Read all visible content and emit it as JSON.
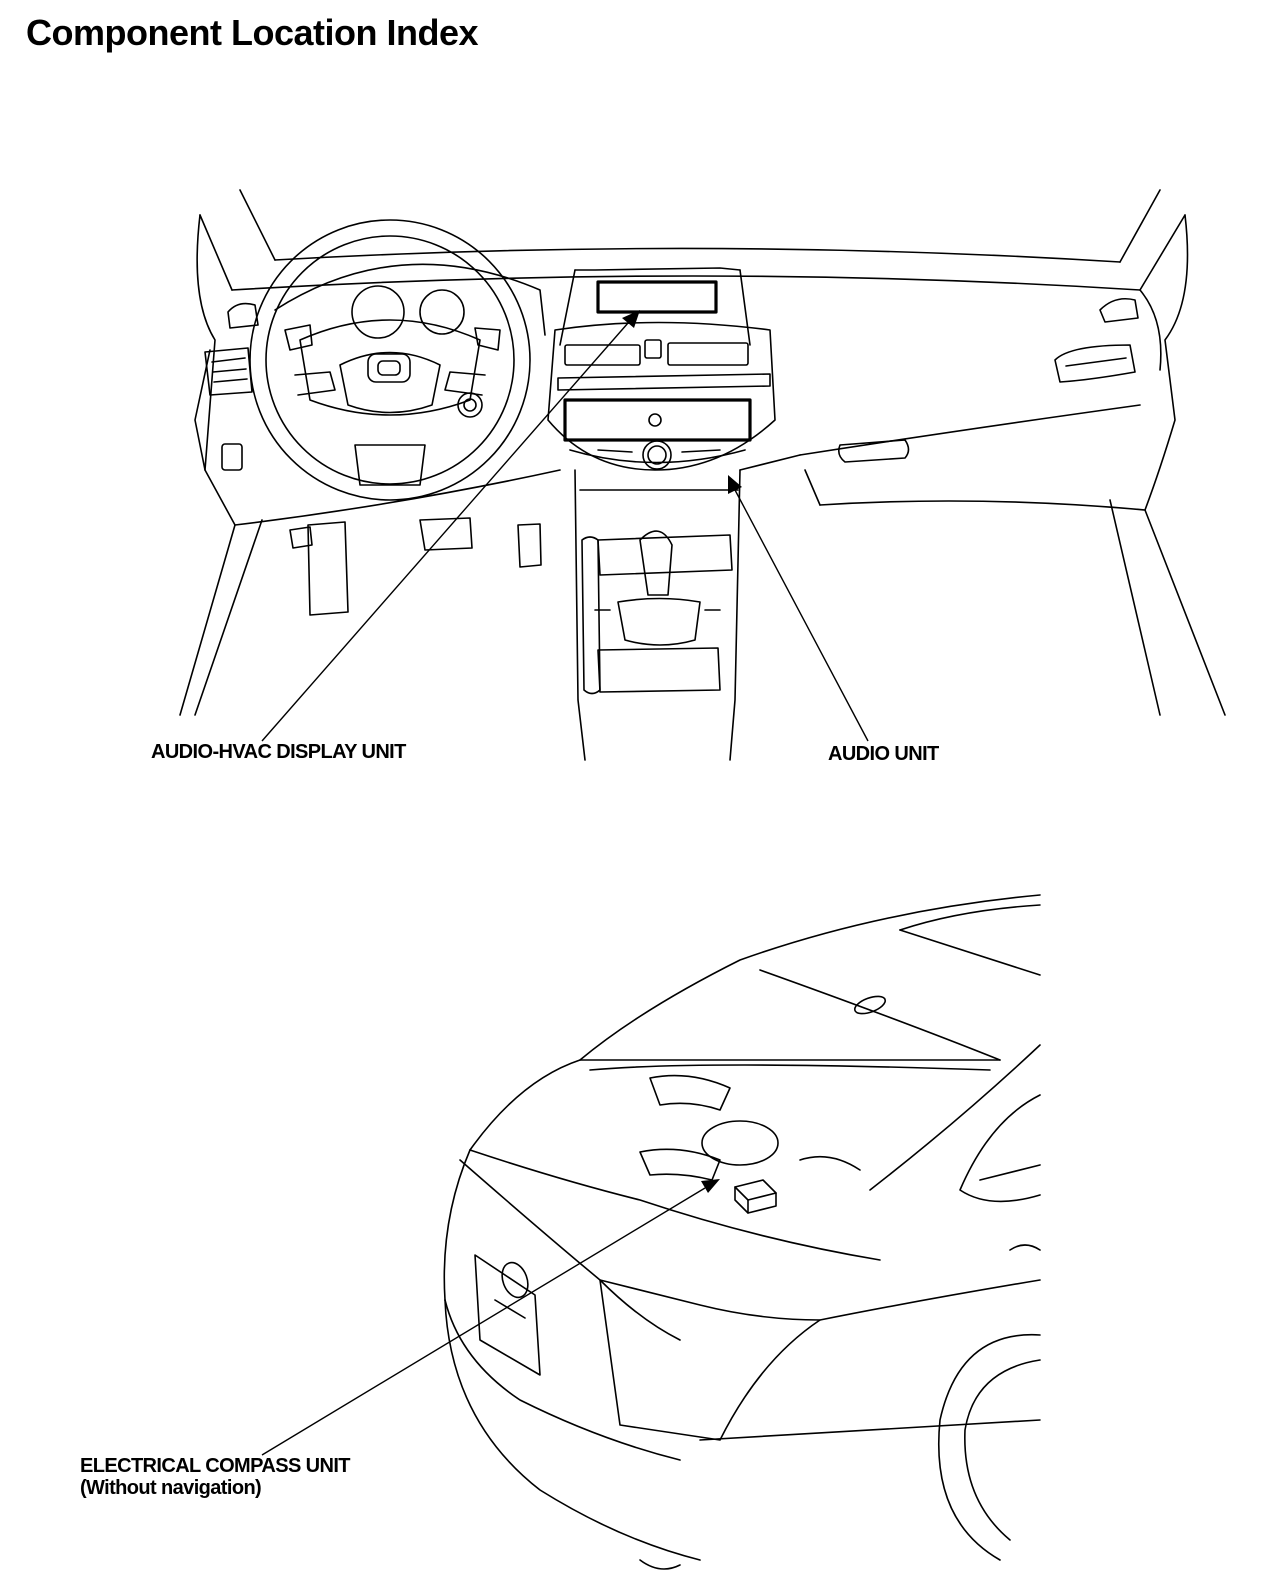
{
  "page": {
    "title": "Component Location Index"
  },
  "callouts": {
    "audio_hvac_display": {
      "label": "AUDIO-HVAC DISPLAY UNIT"
    },
    "audio_unit": {
      "label": "AUDIO UNIT"
    },
    "electrical_compass": {
      "label": "ELECTRICAL COMPASS UNIT",
      "note": "(Without navigation)"
    }
  },
  "colors": {
    "line": "#000000",
    "background": "#ffffff"
  }
}
